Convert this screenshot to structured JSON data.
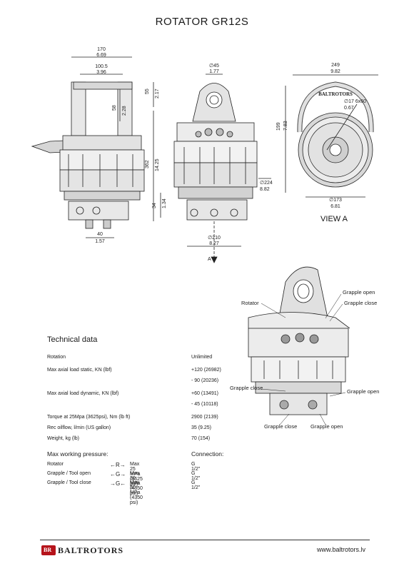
{
  "title": "ROTATOR GR12S",
  "drawing": {
    "left_dims": {
      "w1_mm": "170",
      "w1_in": "6.69",
      "w2_mm": "100.5",
      "w2_in": "3.96",
      "h1_mm": "55",
      "h1_in": "2.17",
      "h2_mm": "58",
      "h2_in": "2.28",
      "h3_mm": "362",
      "h3_in": "14.25",
      "h4_mm": "34",
      "h4_in": "1.34",
      "w3_mm": "40",
      "w3_in": "1.57"
    },
    "mid_dims": {
      "d1_mm": "∅45",
      "d1_in": "1.77",
      "d2_mm": "∅224",
      "d2_in": "8.82",
      "d3_mm": "∅210",
      "d3_in": "8.27",
      "section": "A"
    },
    "right_dims": {
      "w_mm": "249",
      "w_in": "9.82",
      "h_mm": "199",
      "h_in": "7.83",
      "hole_mm": "∅17 6x60",
      "hole_in": "0.67",
      "d_mm": "∅173",
      "d_in": "6.81",
      "brand_arc": "BALTROTORS",
      "view_label": "VIEW A"
    },
    "iso_labels": {
      "rotator": "Rotator",
      "grapple_open_top": "Grapple open",
      "grapple_close_top": "Grapple close",
      "grapple_close_left": "Grapple close",
      "grapple_open_right": "Grapple open",
      "grapple_close_bottom": "Grapple close",
      "grapple_open_bottom": "Grapple open"
    }
  },
  "tech": {
    "heading": "Technical data",
    "rows": [
      {
        "key": "Rotation",
        "value": "Unlimited"
      },
      {
        "key": "Max axial load static, KN (lbf)",
        "value": "+120 (26982)"
      },
      {
        "key": "",
        "value": "- 90 (20236)"
      },
      {
        "key": "Max axial load dynamic, KN (lbf)",
        "value": "+60 (13491)"
      },
      {
        "key": "",
        "value": "- 45 (10118)"
      },
      {
        "key": "Torque at 25Mpa (3625psi), Nm (lb ft)",
        "value": "2900 (2139)"
      },
      {
        "key": "Rec oilflow, l/min (US gallon)",
        "value": "35 (9.25)"
      },
      {
        "key": "Weight, kg (lb)",
        "value": "70 (154)"
      }
    ],
    "pressure_heading": "Max working pressure:",
    "connection_heading": "Connection:",
    "pressure_rows": [
      {
        "name": "Rotator",
        "arrow": "←R→",
        "value": "Max 25 MPa (3625 psi)",
        "connection": "G 1/2\""
      },
      {
        "name": "Grapple / Tool open",
        "arrow": "←G→",
        "value": "Max 30 MPa (4350 psi)",
        "connection": "G 1/2\""
      },
      {
        "name": "Grapple / Tool close",
        "arrow": "→G←",
        "value": "Max 30 MPa (4350 psi)",
        "connection": "G 1/2\""
      }
    ]
  },
  "footer": {
    "logo_mark": "BR",
    "logo_text": "BALTROTORS",
    "website": "www.baltrotors.lv"
  },
  "colors": {
    "brand_red": "#b6141b",
    "line": "#222222"
  }
}
